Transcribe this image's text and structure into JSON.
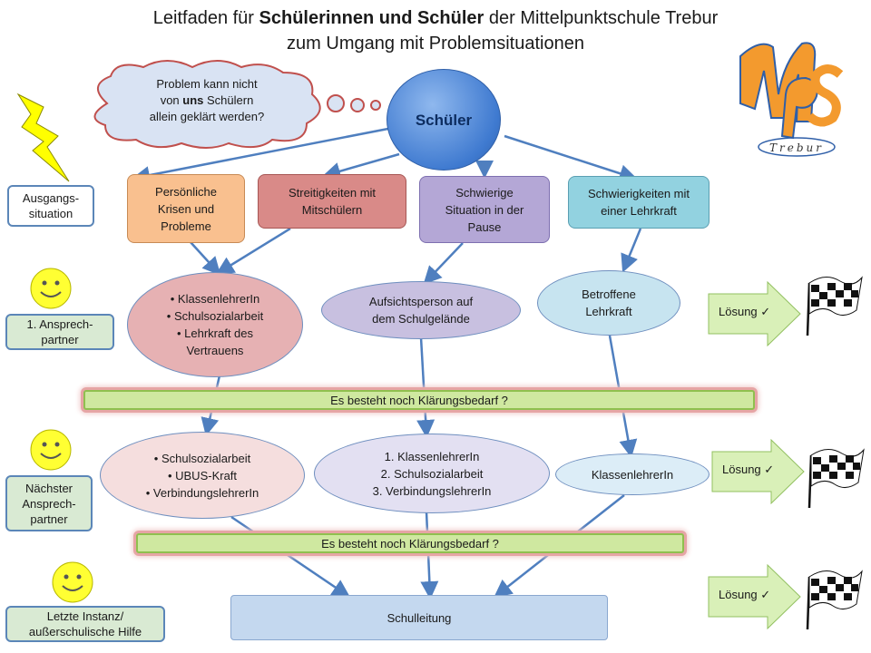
{
  "title": {
    "line1_pre": "Leitfaden für ",
    "line1_bold": "Schülerinnen und Schüler",
    "line1_post": " der Mittelpunktschule Trebur",
    "line2": "zum Umgang mit Problemsituationen"
  },
  "logo": {
    "text": "Trebur",
    "letters": "MPS"
  },
  "cloud": {
    "line1": "Problem  kann nicht",
    "line2_pre": "von ",
    "line2_bold": "uns",
    "line2_post": " Schülern",
    "line3": "allein geklärt werden?"
  },
  "center": {
    "label": "Schüler"
  },
  "side_labels": {
    "start": "Ausgangs-\nsituation",
    "first": "1. Ansprech-\npartner",
    "next": "Nächster\nAnsprech-\npartner",
    "last": "Letzte Instanz/\naußerschulische Hilfe"
  },
  "problems": [
    {
      "text": "Persönliche\nKrisen und\nProbleme"
    },
    {
      "text": "Streitigkeiten mit\nMitschülern"
    },
    {
      "text": "Schwierige\nSituation  in der\nPause"
    },
    {
      "text": "Schwierigkeiten mit\neiner Lehrkraft"
    }
  ],
  "first_contacts": {
    "left": [
      "KlassenlehrerIn",
      "Schulsozialarbeit",
      "Lehrkraft des\nVertrauens"
    ],
    "middle": "Aufsichtsperson auf\ndem Schulgelände",
    "right": "Betroffene\nLehrkraft"
  },
  "clarification": {
    "bar1": "Es besteht noch Klärungsbedarf ?",
    "bar2": "Es besteht noch Klärungsbedarf ?"
  },
  "second_contacts": {
    "left": [
      "Schulsozialarbeit",
      "UBUS-Kraft",
      "VerbindungslehrerIn"
    ],
    "middle": [
      "1.   KlassenlehrerIn",
      "2.   Schulsozialarbeit",
      "3.   VerbindungslehrerIn"
    ],
    "right": "KlassenlehrerIn"
  },
  "final": {
    "label": "Schulleitung"
  },
  "solutions": [
    "Lösung ✓",
    "Lösung ✓",
    "Lösung ✓"
  ],
  "colors": {
    "arrow": "#4f7fbf",
    "center_fill": "#4a86d6",
    "bar_fill": "#cfe8a0",
    "smiley": "#ffff33"
  },
  "icons": [
    "lightning-icon",
    "smiley-icon",
    "checkered-flag-icon",
    "green-arrow-icon",
    "thought-cloud-icon",
    "mps-logo-icon"
  ]
}
